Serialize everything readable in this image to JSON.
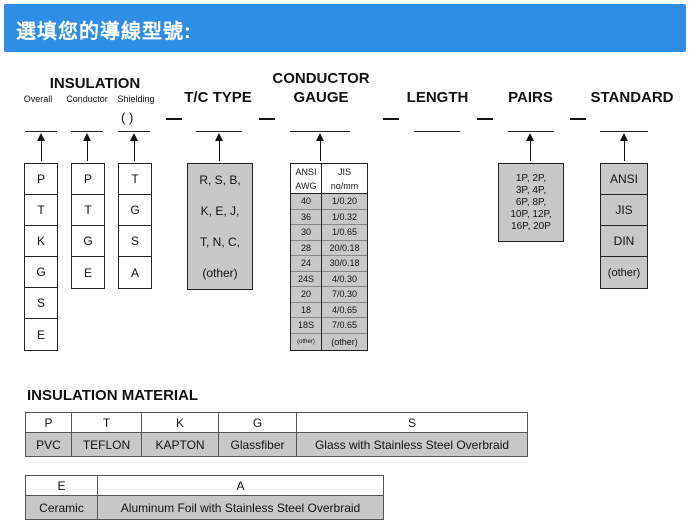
{
  "banner": {
    "title": "選填您的導線型號:"
  },
  "headers": {
    "insulation": "INSULATION",
    "tc_type": "T/C TYPE",
    "conductor_gauge_line1": "CONDUCTOR",
    "conductor_gauge_line2": "GAUGE",
    "length": "LENGTH",
    "pairs": "PAIRS",
    "standard": "STANDARD"
  },
  "insulation_sub": {
    "overall": "Overall",
    "conductor": "Conductor",
    "shielding": "Shielding",
    "shield_paren": "(    )"
  },
  "separator": "—",
  "overall_options": [
    "P",
    "T",
    "K",
    "G",
    "S",
    "E"
  ],
  "conductor_options": [
    "P",
    "T",
    "G",
    "E"
  ],
  "shielding_options": [
    "T",
    "G",
    "S",
    "A"
  ],
  "tc_types": [
    "R, S, B,",
    "K, E, J,",
    "T, N, C,",
    "(other)"
  ],
  "gauge": {
    "ansi_header": "ANSI",
    "awg_header": "AWG",
    "jis_header": "JIS",
    "jis_unit": "no/mm",
    "rows": [
      [
        "40",
        "1/0.20"
      ],
      [
        "36",
        "1/0.32"
      ],
      [
        "30",
        "1/0.65"
      ],
      [
        "28",
        "20/0.18"
      ],
      [
        "24",
        "30/0.18"
      ],
      [
        "24S",
        "4/0.30"
      ],
      [
        "20",
        "7/0.30"
      ],
      [
        "18",
        "4/0.65"
      ],
      [
        "18S",
        "7/0.65"
      ]
    ],
    "other_ansi": "(other)",
    "other_jis": "(other)"
  },
  "pairs": [
    "1P, 2P,",
    "3P, 4P,",
    "6P, 8P,",
    "10P, 12P,",
    "16P, 20P"
  ],
  "standards": [
    "ANSI",
    "JIS",
    "DIN",
    "(other)"
  ],
  "material": {
    "title": "INSULATION MATERIAL",
    "table1": {
      "codes": [
        "P",
        "T",
        "K",
        "G",
        "S"
      ],
      "names": [
        "PVC",
        "TEFLON",
        "KAPTON",
        "Glassfiber",
        "Glass with Stainless Steel Overbraid"
      ]
    },
    "table2": {
      "codes": [
        "E",
        "A"
      ],
      "names": [
        "Ceramic",
        "Aluminum Foil with Stainless Steel Overbraid"
      ]
    }
  },
  "colors": {
    "banner": "#2e8ee6",
    "option_fill": "#c8c8c8"
  }
}
